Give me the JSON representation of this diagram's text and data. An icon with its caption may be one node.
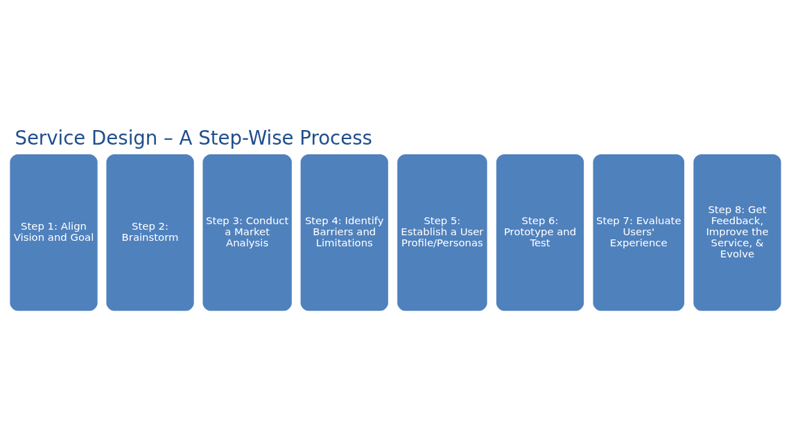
{
  "diagram": {
    "title": "Service Design – A Step-Wise Process",
    "nodes": [
      {
        "text": [
          "Step 1: Align Vision and Goal"
        ]
      },
      {
        "text": [
          "Step 2: Brainstorm"
        ]
      },
      {
        "text": [
          "Step 3: Conduct a Market Analysis"
        ]
      },
      {
        "text": [
          "Step 4: Identify Barriers and Limitations"
        ]
      },
      {
        "text": [
          "Step 5: Establish a User Profile/Personas"
        ]
      },
      {
        "text": [
          "Step 6: Prototype and Test"
        ]
      },
      {
        "text": [
          "Step 7: Evaluate Users' Experience"
        ]
      },
      {
        "text": [
          "Step 8: Get Feedback, Improve the Service, & Evolve"
        ]
      }
    ],
    "edges": []
  }
}
